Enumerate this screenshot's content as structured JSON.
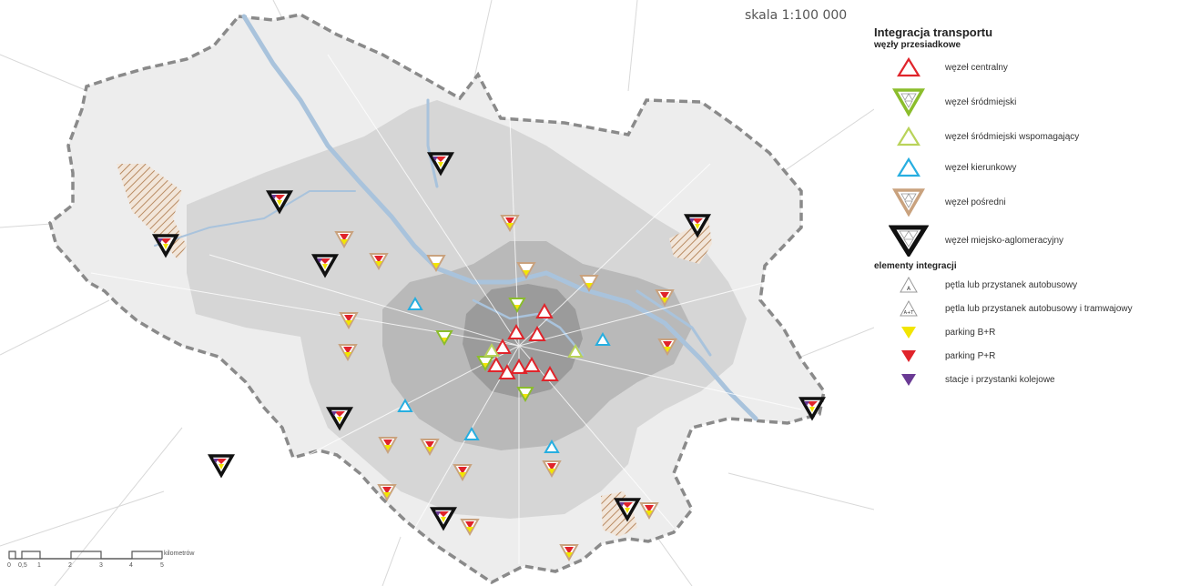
{
  "scale_label": "skala 1:100 000",
  "legend": {
    "title": "Integracja transportu",
    "section_nodes": "węzły przesiadkowe",
    "nodes": [
      {
        "label": "węzeł centralny",
        "icon": "red-triangle-icon",
        "color": "#e0242b"
      },
      {
        "label": "węzeł śródmiejski",
        "icon": "green-triangle-icon",
        "color": "#8bbd2c"
      },
      {
        "label": "węzeł śródmiejski wspomagający",
        "icon": "light-green-triangle-icon",
        "color": "#b9d35a"
      },
      {
        "label": "węzeł kierunkowy",
        "icon": "cyan-triangle-icon",
        "color": "#27aee0"
      },
      {
        "label": "węzeł pośredni",
        "icon": "tan-triangle-icon",
        "color": "#c9a27e"
      },
      {
        "label": "węzeł miejsko-aglomeracyjny",
        "icon": "black-triangle-icon",
        "color": "#111111"
      }
    ],
    "section_elements": "elementy integracji",
    "elements": [
      {
        "label": "pętla lub przystanek autobusowy",
        "symbol": "A"
      },
      {
        "label": "pętla lub przystanek autobusowy i tramwajowy",
        "symbol": "A+T"
      },
      {
        "label": "parking B+R",
        "color": "#f2e500"
      },
      {
        "label": "parking P+R",
        "color": "#e0242b"
      },
      {
        "label": "stacje i przystanki kolejowe",
        "color": "#6a3a94"
      }
    ]
  },
  "scalebar": {
    "ticks": [
      "0",
      "0,5",
      "1",
      "2",
      "3",
      "4",
      "5"
    ],
    "unit": "kilometrów"
  }
}
